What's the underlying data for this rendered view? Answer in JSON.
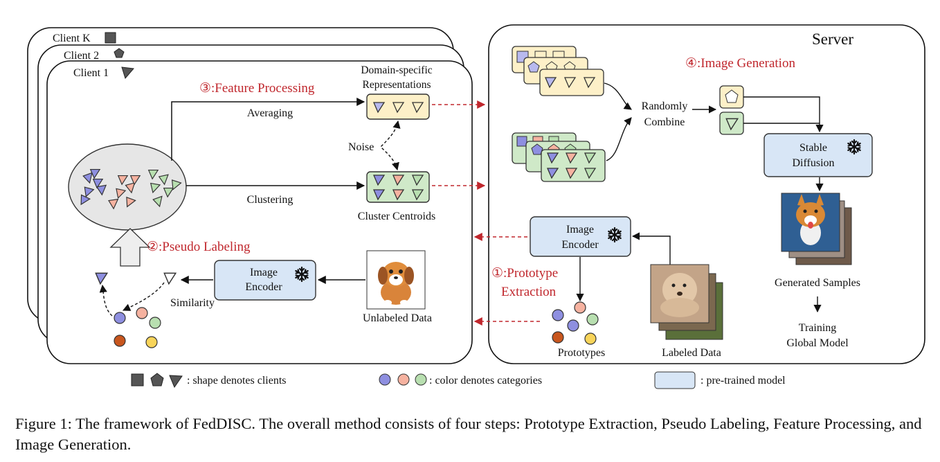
{
  "clients": {
    "client_k_label": "Client K",
    "client_2_label": "Client 2",
    "client_1_label": "Client 1"
  },
  "server": {
    "title": "Server"
  },
  "steps": {
    "step1_line1": "①:Prototype",
    "step1_line2": "Extraction",
    "step2": "②:Pseudo Labeling",
    "step3": "③:Feature Processing",
    "step4": "④:Image Generation"
  },
  "client_labels": {
    "domain_specific_line1": "Domain-specific",
    "domain_specific_line2": "Representations",
    "averaging": "Averaging",
    "noise": "Noise",
    "clustering": "Clustering",
    "cluster_centroids": "Cluster Centroids",
    "image_encoder_line1": "Image",
    "image_encoder_line2": "Encoder",
    "similarity": "Similarity",
    "unlabeled_data": "Unlabeled Data"
  },
  "server_labels": {
    "randomly_line1": "Randomly",
    "randomly_line2": "Combine",
    "stable_line1": "Stable",
    "stable_line2": "Diffusion",
    "image_encoder_line1": "Image",
    "image_encoder_line2": "Encoder",
    "generated_samples": "Generated Samples",
    "training_line1": "Training",
    "training_line2": "Global Model",
    "prototypes": "Prototypes",
    "labeled_data": "Labeled Data"
  },
  "legend": {
    "shapes": ": shape denotes clients",
    "colors": ": color denotes categories",
    "pretrained": ": pre-trained model"
  },
  "caption": "Figure 1: The framework of FedDISC. The overall method consists of four steps: Prototype Extraction, Pseudo Labeling, Feature Processing, and Image Generation.",
  "colors": {
    "purple": "#8e8fe0",
    "pink": "#f6b2a0",
    "green": "#b8dfb0",
    "orange": "#c8561e",
    "yellow": "#f8d45a",
    "encoder_fill": "#d8e6f6",
    "step_red": "#c0272d"
  }
}
